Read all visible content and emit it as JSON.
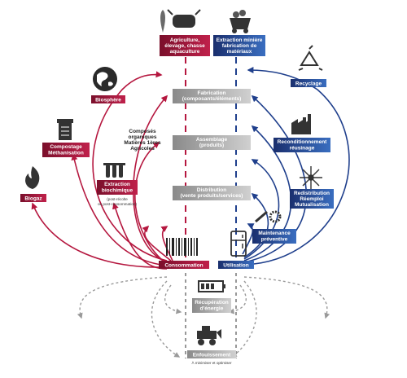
{
  "top": {
    "agri": [
      "Agriculture,",
      "élevage, chasse",
      "aquaculture"
    ],
    "mine": [
      "Extraction minière",
      "fabrication de",
      "matériaux"
    ]
  },
  "stages": {
    "fabrication": [
      "Fabrication",
      "(composants/éléments)"
    ],
    "assemblage": [
      "Assemblage",
      "(produits)"
    ],
    "distribution": [
      "Distribution",
      "(vente produits/services)"
    ]
  },
  "left": {
    "biosphere": "Biosphère",
    "compostage": [
      "Compostage",
      "Méthanisation"
    ],
    "biogaz": "Biogaz",
    "extraction": [
      "Extraction",
      "biochimique"
    ],
    "extraction_note": [
      "(post-récolte",
      "ou post-consommation)"
    ],
    "composes": [
      "Composés",
      "organiques",
      "Matières 1ères",
      "Agricoles"
    ]
  },
  "right": {
    "recyclage": "Recyclage",
    "recond": [
      "Reconditionnement",
      "réusinage"
    ],
    "redistribution": [
      "Redistribution",
      "Réemploi",
      "Mutualisation"
    ],
    "maintenance": [
      "Maintenance",
      "préventive"
    ]
  },
  "bottom": {
    "consommation": "Consommation",
    "utilisation": "Utilisation",
    "recuperation": [
      "Récupération",
      "d'énergie"
    ],
    "enfouissement": "Enfouissement",
    "enfouissement_note": "À minimiser et optimiser"
  },
  "colors": {
    "bio": "#b5173f",
    "tech": "#1f3f8c",
    "grey": "#9a9a9a",
    "dark": "#222222"
  }
}
